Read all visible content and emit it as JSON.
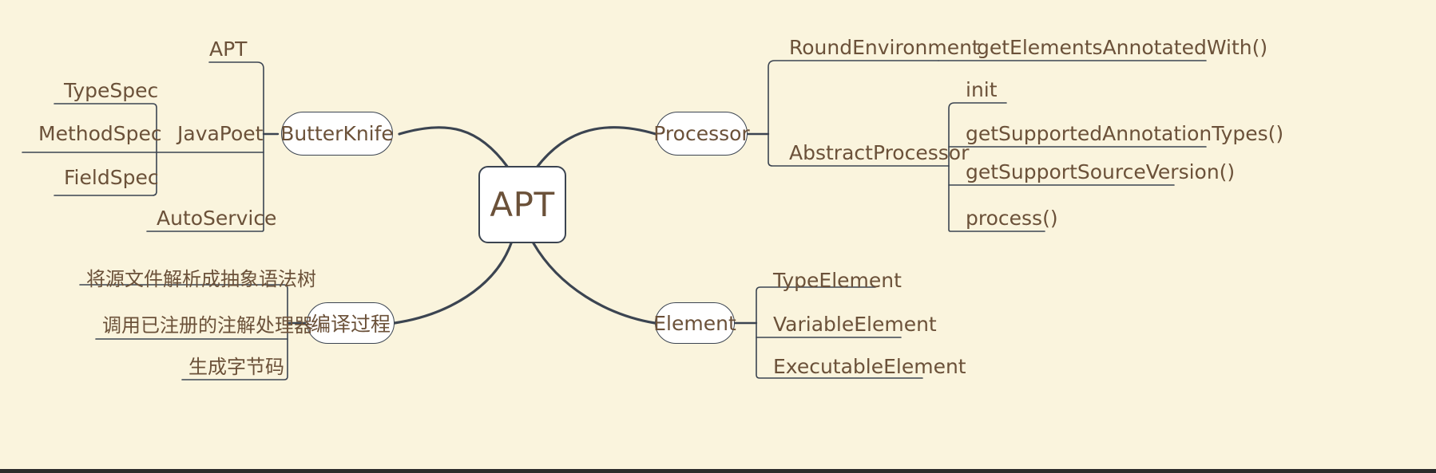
{
  "diagram": {
    "type": "mind-map",
    "background_color": "#faf4dd",
    "text_color": "#6b5139",
    "line_color": "#3b4451",
    "node_fill": "#ffffff",
    "root": {
      "label": "APT",
      "shape": "rounded-rect"
    },
    "branches": [
      {
        "id": "butterknife",
        "label": "ButterKnife",
        "shape": "pill",
        "side": "left",
        "children": [
          {
            "id": "apt-lib",
            "label": "APT",
            "children": []
          },
          {
            "id": "javapoet",
            "label": "JavaPoet",
            "children": [
              {
                "id": "typespec",
                "label": "TypeSpec"
              },
              {
                "id": "methodspec",
                "label": "MethodSpec"
              },
              {
                "id": "fieldspec",
                "label": "FieldSpec"
              }
            ]
          },
          {
            "id": "autoservice",
            "label": "AutoService",
            "children": []
          }
        ]
      },
      {
        "id": "processor",
        "label": "Processor",
        "shape": "pill",
        "side": "right",
        "children": [
          {
            "id": "roundenvironment",
            "label": "RoundEnvironment",
            "children": [
              {
                "id": "getelementsannotatedwith",
                "label": "getElementsAnnotatedWith()"
              }
            ]
          },
          {
            "id": "abstractprocessor",
            "label": "AbstractProcessor",
            "children": [
              {
                "id": "init",
                "label": "init"
              },
              {
                "id": "getsupportedannotationtypes",
                "label": "getSupportedAnnotationTypes()"
              },
              {
                "id": "getsupportsourceversion",
                "label": "getSupportSourceVersion()"
              },
              {
                "id": "process",
                "label": "process()"
              }
            ]
          }
        ]
      },
      {
        "id": "compile-process",
        "label": "编译过程",
        "shape": "pill",
        "side": "left",
        "children": [
          {
            "id": "parse-ast",
            "label": "将源文件解析成抽象语法树"
          },
          {
            "id": "invoke-processors",
            "label": "调用已注册的注解处理器"
          },
          {
            "id": "generate-bytecode",
            "label": "生成字节码"
          }
        ]
      },
      {
        "id": "element",
        "label": "Element",
        "shape": "pill",
        "side": "right",
        "children": [
          {
            "id": "typeelement",
            "label": "TypeElement"
          },
          {
            "id": "variableelement",
            "label": "VariableElement"
          },
          {
            "id": "executableelement",
            "label": "ExecutableElement"
          }
        ]
      }
    ]
  }
}
